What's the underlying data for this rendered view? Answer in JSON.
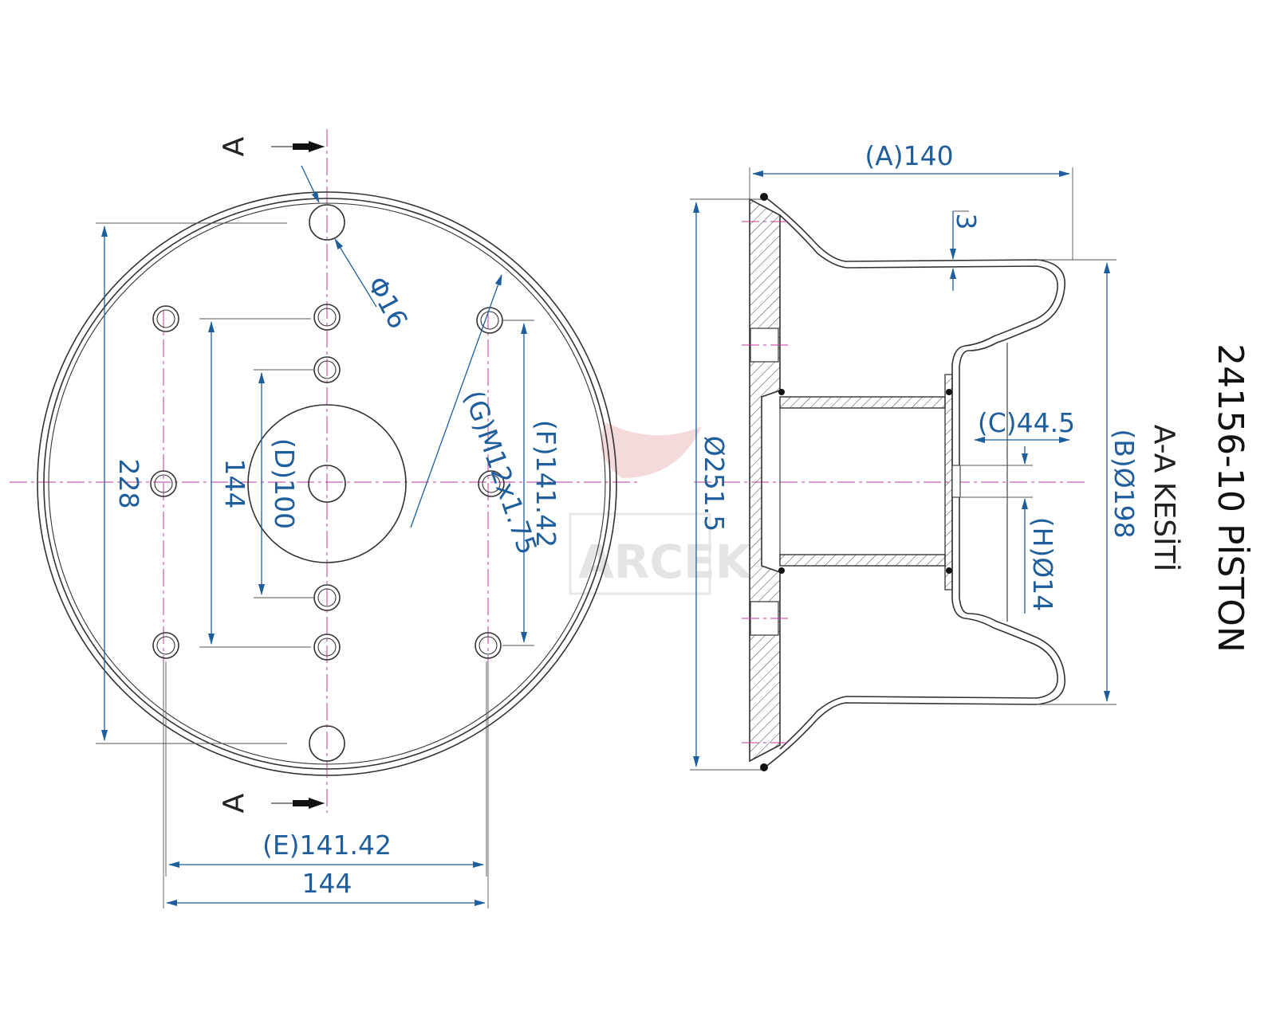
{
  "drawing": {
    "title": "24156-10 PİSTON",
    "section_label": "A-A KESİTİ",
    "section_marker": "A",
    "watermark": "ARCEK",
    "colors": {
      "dimension": "#1f5e9c",
      "centerline": "#c0399a",
      "geometry": "#333333",
      "watermark": "#e2e2e2"
    }
  },
  "front_view": {
    "dimensions": {
      "hole_dia": "Φ16",
      "thread": "(G)M12x1.75",
      "outer_height": "228",
      "inner_height": "144",
      "center_dia": "(D)100",
      "hole_spacing_vertical": "(F)141.42",
      "hole_spacing_horizontal": "(E)141.42",
      "overall_width": "144"
    }
  },
  "section_view": {
    "dimensions": {
      "length": "(A)140",
      "wall": "3",
      "outer_dia": "Ø251.5",
      "center_offset": "(C)44.5",
      "bore_dia": "(B)Ø198",
      "hole_dia": "(H)Ø14"
    }
  }
}
